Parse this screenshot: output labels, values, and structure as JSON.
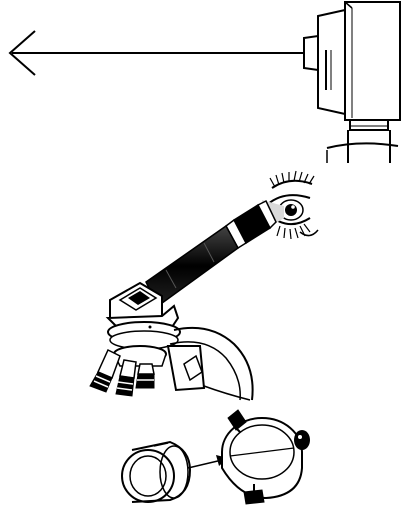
{
  "figure": {
    "panels": [
      {
        "name": "eyepiece-removal",
        "arrow_direction": "left"
      },
      {
        "name": "eye-at-eyepiece"
      },
      {
        "name": "adapter-assembly",
        "arrow_direction": "right"
      }
    ],
    "colors": {
      "ink": "#000000",
      "fill": "#ffffff",
      "shade": "#1a1a1a",
      "light": "#d9d9d9"
    }
  }
}
